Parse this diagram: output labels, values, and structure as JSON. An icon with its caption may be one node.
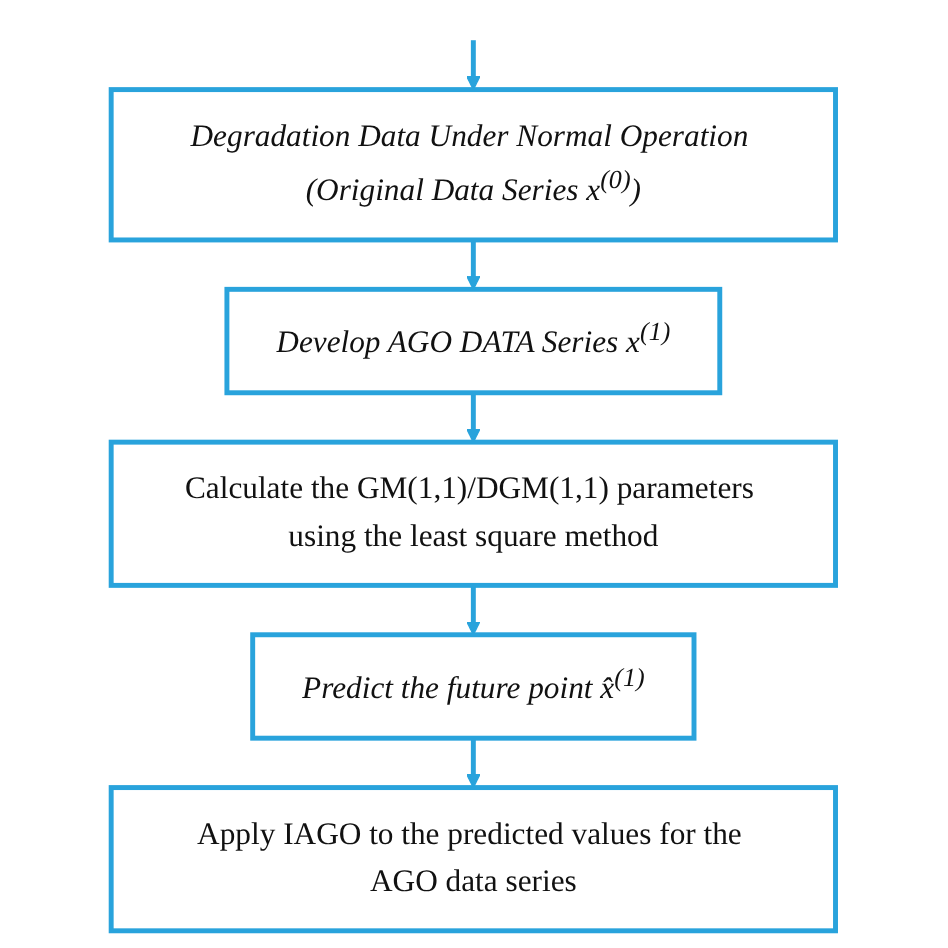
{
  "diagram": {
    "nodes": [
      {
        "text": [
          "Degradation Data Under Normal Operation (Original Data Series x$^{(0)}$)"
        ]
      },
      {
        "text": [
          "Develop AGO DATA Series x$^{(1)}$"
        ]
      },
      {
        "text": [
          "Calculate the GM(1,1)/DGM(1,1) parameters using the least square method"
        ]
      },
      {
        "text": [
          "Predict the future point x̂$^{(1)}$"
        ]
      },
      {
        "text": [
          "Apply IAGO to the predicted values for the AGO data series"
        ]
      }
    ],
    "edges": [
      {
        "from": null,
        "to": 0,
        "arrow": "to"
      },
      {
        "from": 0,
        "to": 1,
        "arrow": "to"
      },
      {
        "from": 1,
        "to": 2,
        "arrow": "to"
      },
      {
        "from": 2,
        "to": 3,
        "arrow": "to"
      },
      {
        "from": 3,
        "to": 4,
        "arrow": "to"
      }
    ]
  }
}
